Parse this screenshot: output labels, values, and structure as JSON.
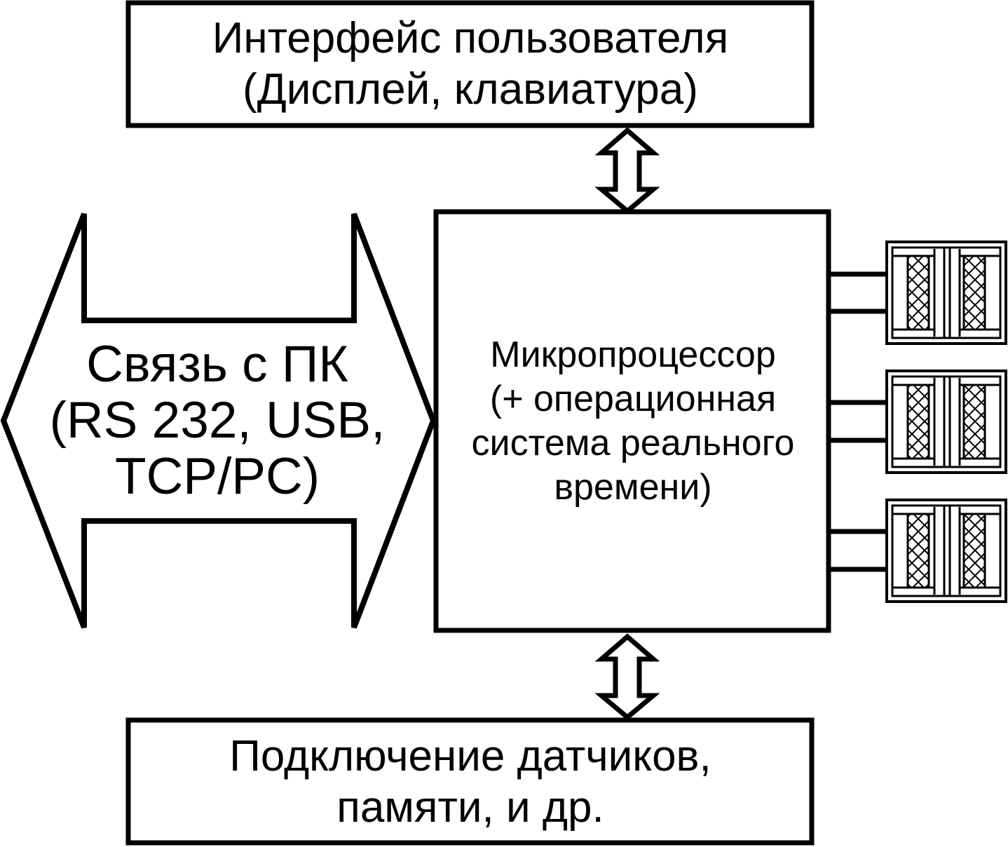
{
  "diagram": {
    "ui_block": {
      "line1": "Интерфейс пользователя",
      "line2": "(Дисплей, клавиатура)"
    },
    "mcu_block": {
      "line1": "Микропроцессор",
      "line2": "(+ операционная",
      "line3": "система реального",
      "line4": "времени)"
    },
    "comm_arrow": {
      "line1": "Связь с ПК",
      "line2": "(RS 232, USB,",
      "line3": "TCP/PC)"
    },
    "sensors_block": {
      "line1": "Подключение датчиков,",
      "line2": "памяти, и др."
    },
    "colors": {
      "stroke": "#000000",
      "fill": "#ffffff"
    },
    "icons": [
      "relay-icon",
      "relay-icon",
      "relay-icon",
      "double-arrow-icon"
    ]
  }
}
